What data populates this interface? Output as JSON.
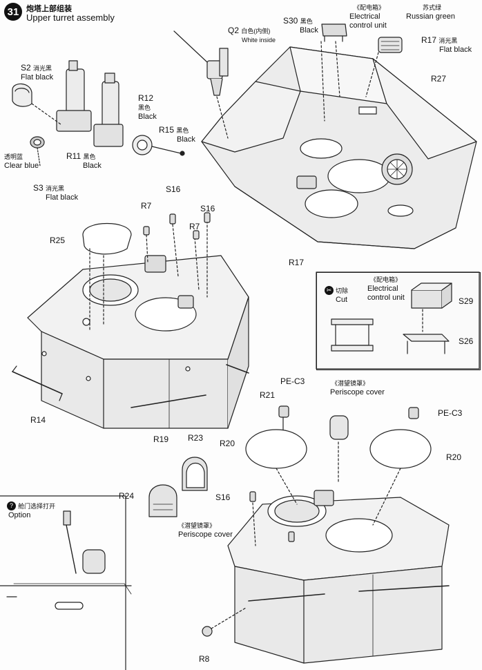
{
  "step": {
    "number": "31",
    "title_cn": "炮塔上部组装",
    "title_en": "Upper turret assembly"
  },
  "parts": {
    "s2": {
      "id": "S2",
      "cn": "消光黑",
      "en": "Flat black"
    },
    "r12": {
      "id": "R12",
      "cn": "黑色",
      "en": "Black"
    },
    "r11": {
      "id": "R11",
      "cn": "黑色",
      "en": "Black"
    },
    "r15": {
      "id": "R15",
      "cn": "黑色",
      "en": "Black"
    },
    "clear_blue": {
      "cn": "透明蓝",
      "en": "Clear blue"
    },
    "s3": {
      "id": "S3",
      "cn": "消光黑",
      "en": "Flat black"
    },
    "q2": {
      "id": "Q2",
      "cn": "白色(内侧)",
      "en": "White inside"
    },
    "s30": {
      "id": "S30",
      "cn": "黑色",
      "en": "Black"
    },
    "elec_top": {
      "cn": "《配电箱》",
      "en1": "Electrical",
      "en2": "control unit"
    },
    "russian_green": {
      "cn": "苏式绿",
      "en": "Russian green"
    },
    "r17_top": {
      "id": "R17",
      "cn": "消光黑",
      "en": "Flat black"
    },
    "r27": {
      "id": "R27"
    },
    "r17_bottom": {
      "id": "R17"
    },
    "r7_a": {
      "id": "R7"
    },
    "r7_b": {
      "id": "R7"
    },
    "s16_a": {
      "id": "S16"
    },
    "s16_b": {
      "id": "S16"
    },
    "s16_c": {
      "id": "S16"
    },
    "r25": {
      "id": "R25"
    },
    "r14": {
      "id": "R14"
    },
    "r19": {
      "id": "R19"
    },
    "r21": {
      "id": "R21"
    },
    "pe_c3_a": {
      "id": "PE-C3"
    },
    "pe_c3_b": {
      "id": "PE-C3"
    },
    "peri_right": {
      "cn": "《潜望镜罩》",
      "en": "Periscope cover"
    },
    "r20_a": {
      "id": "R20"
    },
    "r20_b": {
      "id": "R20"
    },
    "r23": {
      "id": "R23"
    },
    "r24": {
      "id": "R24"
    },
    "peri_left": {
      "cn": "《潜望镜罩》",
      "en": "Periscope cover"
    },
    "r8": {
      "id": "R8"
    }
  },
  "inset_elec": {
    "cut_cn": "切除",
    "cut_en": "Cut",
    "title_cn": "《配电箱》",
    "title_en1": "Electrical",
    "title_en2": "control unit",
    "s29": "S29",
    "s26": "S26"
  },
  "inset_option": {
    "icon": "?",
    "title_cn": "舱门选择打开",
    "title_en": "Option"
  }
}
